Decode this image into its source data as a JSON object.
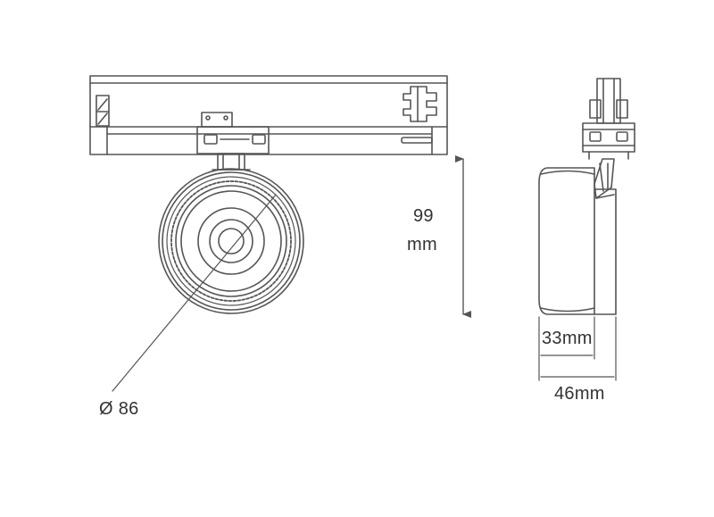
{
  "dimensions": {
    "height_value": "99",
    "height_unit": "mm",
    "diameter": "Ø 86",
    "depth_inner": "33mm",
    "depth_outer": "46mm"
  },
  "colors": {
    "stroke": "#555555",
    "text": "#333333",
    "background": "#ffffff"
  }
}
